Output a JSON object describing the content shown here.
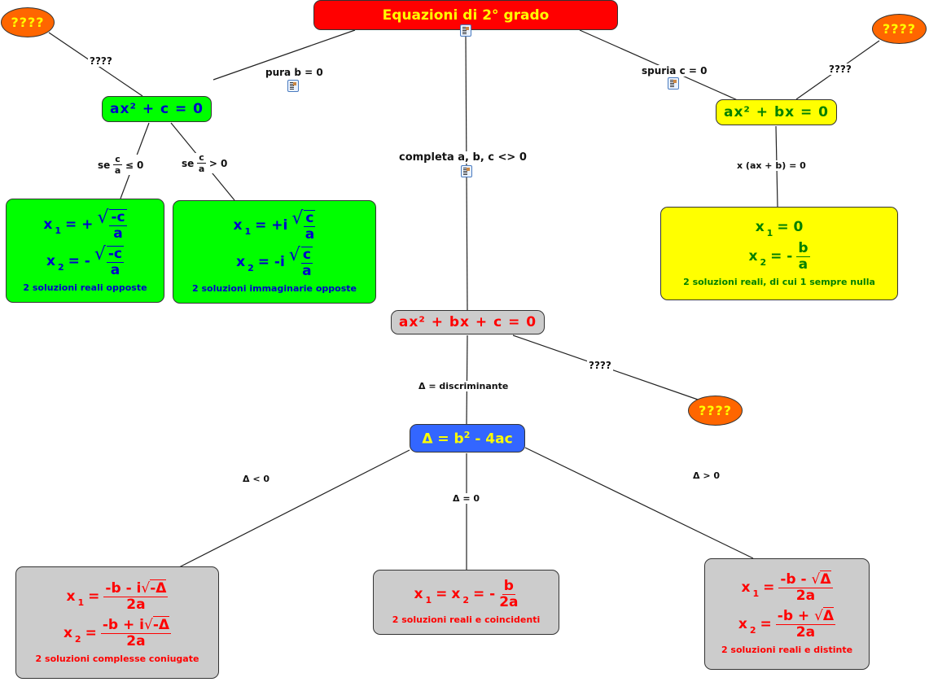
{
  "title": "Equazioni di 2° grado",
  "colors": {
    "title_bg": "#ff0000",
    "title_text": "#ffff00",
    "green_node": "#00ff00",
    "green_text": "#0000cc",
    "yellow_node": "#ffff00",
    "yellow_text": "#008000",
    "gray_node": "#cccccc",
    "red_text": "#ff0000",
    "blue_node": "#3366ff",
    "orange_ellipse": "#ff6600"
  },
  "ellipses": [
    "????",
    "????",
    "????"
  ],
  "links": {
    "pura": "pura b = 0",
    "spuria": "spuria c = 0",
    "completa": "completa a, b, c <> 0",
    "q_left": "????",
    "q_right": "????",
    "q_center": "????",
    "se_le": {
      "prefix": "se",
      "num": "c",
      "den": "a",
      "suffix": "≤ 0"
    },
    "se_gt": {
      "prefix": "se",
      "num": "c",
      "den": "a",
      "suffix": "> 0"
    },
    "factor": "x (ax + b) = 0",
    "discriminante": "Δ = discriminante",
    "delta_lt": "Δ < 0",
    "delta_eq": "Δ = 0",
    "delta_gt": "Δ > 0"
  },
  "nodes": {
    "pura": "ax² + c = 0",
    "spuria": "ax² + bx = 0",
    "completa": "ax² + bx + c = 0",
    "delta": {
      "lhs": "Δ = b",
      "exp": "2",
      "rhs": "- 4ac"
    },
    "pura_real": {
      "x1_prefix": "= +",
      "x1_num": "-c",
      "x2_prefix": "= -",
      "x2_num": "-c",
      "den": "a",
      "caption": "2 soluzioni reali opposte"
    },
    "pura_imag": {
      "x1_prefix": "= +i",
      "x2_prefix": "= -i",
      "num": "c",
      "den": "a",
      "caption": "2 soluzioni immaginarie opposte"
    },
    "spuria_sol": {
      "x1": "= 0",
      "x2_prefix": "= -",
      "num": "b",
      "den": "a",
      "caption": "2 soluzioni reali, di cui 1 sempre nulla"
    },
    "neg": {
      "x1_num_a": "-b - i",
      "x2_num_a": "-b + i",
      "rad": "-Δ",
      "den": "2a",
      "caption": "2 soluzioni complesse coniugate"
    },
    "zero": {
      "mid": "=",
      "prefix": "= -",
      "num": "b",
      "den": "2a",
      "caption": "2 soluzioni reali e coincidenti"
    },
    "pos": {
      "x1_num_a": "-b -",
      "x2_num_a": "-b +",
      "rad": "Δ",
      "den": "2a",
      "caption": "2 soluzioni reali e distinte"
    },
    "x": "x",
    "s1": "1",
    "s2": "2"
  }
}
